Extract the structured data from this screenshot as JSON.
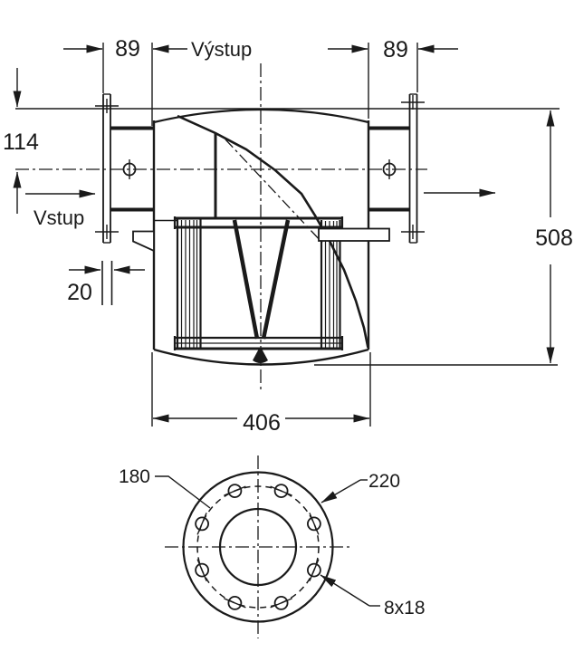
{
  "main_view": {
    "dims": {
      "flange_offset_left": "89",
      "flange_offset_right": "89",
      "inlet_centerline_height": "114",
      "flange_thickness": "20",
      "total_height": "508",
      "body_diameter": "406"
    },
    "labels": {
      "outlet": "Výstup",
      "inlet": "Vstup"
    }
  },
  "flange_view": {
    "dims": {
      "bolt_circle_diameter": "180",
      "outer_diameter": "220",
      "bolt_holes": "8x18"
    }
  },
  "colors": {
    "ink": "#1a1a1a",
    "paper": "#ffffff"
  }
}
